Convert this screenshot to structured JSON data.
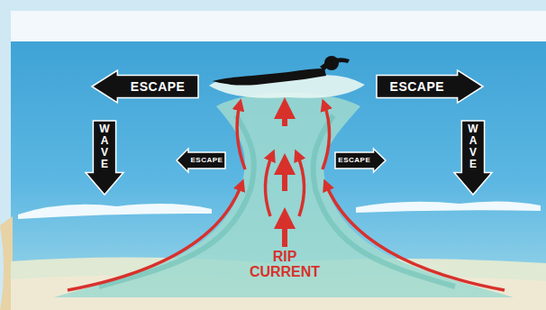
{
  "diagram": {
    "nodes": [
      {
        "text": [
          "ESCAPE"
        ]
      },
      {
        "text": [
          "ESCAPE"
        ]
      },
      {
        "text": [
          "WAVE"
        ]
      },
      {
        "text": [
          "ESCAPE"
        ]
      },
      {
        "text": [
          "ESCAPE"
        ]
      },
      {
        "text": [
          "WAVE"
        ]
      }
    ],
    "labels": [
      "RIP CURRENT"
    ]
  }
}
